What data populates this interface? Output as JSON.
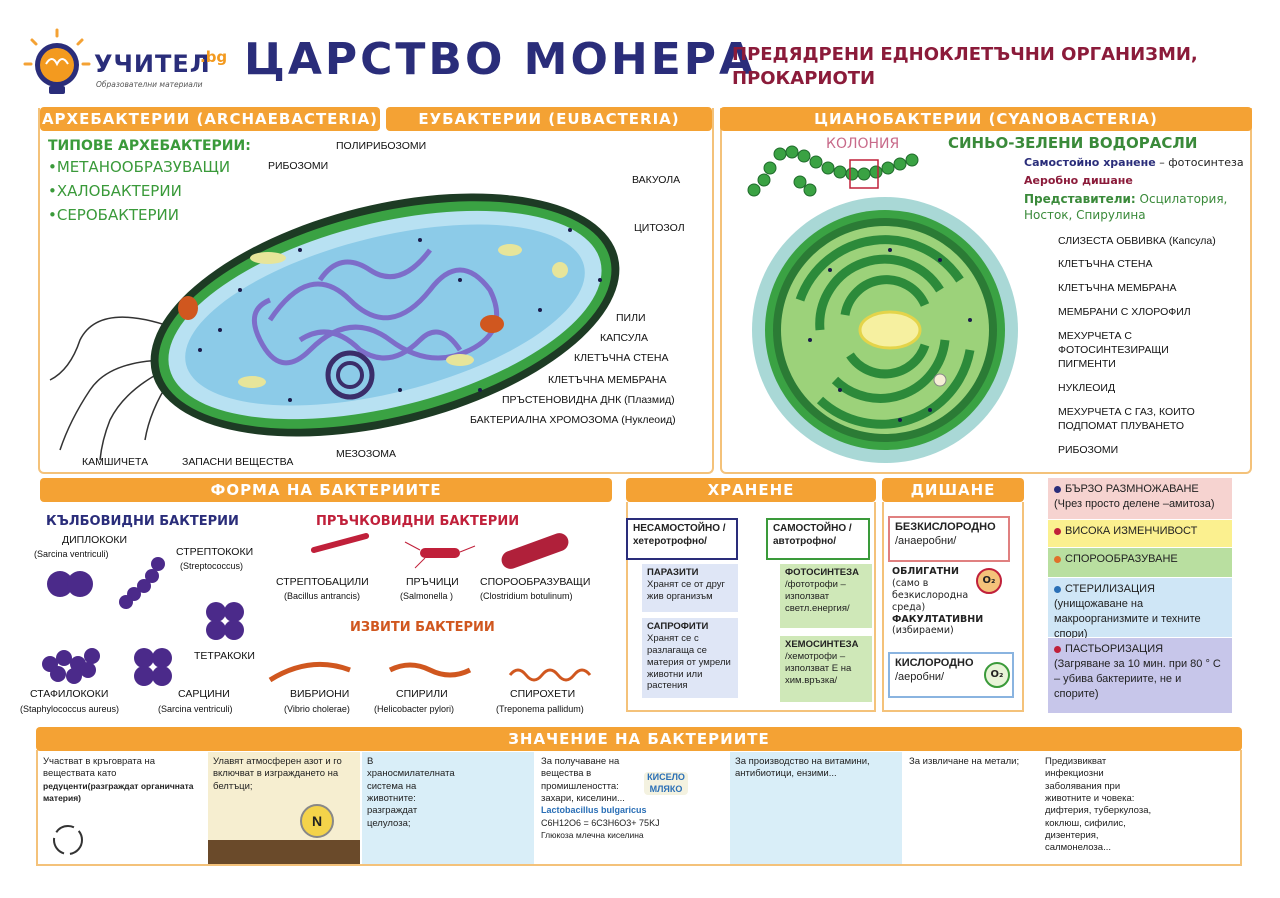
{
  "logo": {
    "name": "УЧИТЕЛ",
    "tld": ".bg",
    "tagline": "Образователни материали"
  },
  "title": "ЦАРСТВО МОНЕРА",
  "subtitle_line1": "ПРЕДЯДРЕНИ ЕДНОКЛЕТЪЧНИ ОРГАНИЗМИ,",
  "subtitle_line2": "ПРОКАРИОТИ",
  "archae": {
    "header": "АРХЕБАКТЕРИИ (ARCHAEBACTERIA)",
    "types_title": "ТИПОВЕ АРХЕБАКТЕРИИ:",
    "types": [
      "•МЕТАНООБРАЗУВАЩИ",
      "•ХАЛОБАКТЕРИИ",
      "•СЕРОБАКТЕРИИ"
    ]
  },
  "eubact": {
    "header": "ЕУБАКТЕРИИ (EUBACTERIA)",
    "labels": {
      "polyribosomes": "ПОЛИРИБОЗОМИ",
      "ribosomes": "РИБОЗОМИ",
      "vacuole": "ВАКУОЛА",
      "cytosol": "ЦИТОЗОЛ",
      "pili": "ПИЛИ",
      "capsule": "КАПСУЛА",
      "cell_wall": "КЛЕТЪЧНА СТЕНА",
      "cell_membrane": "КЛЕТЪЧНА МЕМБРАНА",
      "plasmid": "ПРЪСТЕНОВИДНА ДНК (Плазмид)",
      "chromosome": "БАКТЕРИАЛНА ХРОМОЗОМА (Нуклеоид)",
      "mesosome": "МЕЗОЗОМА",
      "flagella": "КАМШИЧЕТА",
      "reserves": "ЗАПАСНИ ВЕЩЕСТВА"
    }
  },
  "cyano": {
    "header": "ЦИАНОБАКТЕРИИ (CYANOBACTERIA)",
    "colony": "КОЛОНИЯ",
    "title": "СИНЬО-ЗЕЛЕНИ ВОДОРАСЛИ",
    "nutrition_k": "Самостойно хранене",
    "nutrition_v": " – фотосинтеза",
    "respiration": "Аеробно дишане",
    "reps_k": "Представители:",
    "reps_v": " Осцилатория, Ностoк, Спирулина",
    "labels": [
      "СЛИЗЕСТА ОБВИВКА (Капсула)",
      "КЛЕТЪЧНА СТЕНА",
      "КЛЕТЪЧНА МЕМБРАНА",
      "МЕМБРАНИ С ХЛОРОФИЛ",
      "МЕХУРЧЕТА С",
      "ФОТОСИНТЕЗИРАЩИ",
      "ПИГМЕНТИ",
      "НУКЛЕОИД",
      "МЕХУРЧЕТА С ГАЗ, КОИТО",
      "ПОДПОМАТ ПЛУВАНЕТО",
      "РИБОЗОМИ"
    ]
  },
  "shapes": {
    "header": "ФОРМА НА БАКТЕРИИТЕ",
    "cocci": "КЪЛБОВИДНИ БАКТЕРИИ",
    "rods": "ПРЪЧКОВИДНИ БАКТЕРИИ",
    "curved": "ИЗВИТИ БАКТЕРИИ",
    "diplo": "ДИПЛОКОКИ",
    "diplo_l": "(Sarcina ventriculi)",
    "strepto": "СТРЕПТОКОКИ",
    "strepto_l": "(Streptococcus)",
    "tetra": "ТЕТРАКОКИ",
    "staph": "СТАФИЛОКОКИ",
    "staph_l": "(Staphylococcus aureus)",
    "sarc": "САРЦИНИ",
    "sarc_l": "(Sarcina ventriculi)",
    "streptobac": "СТРЕПТОБАЦИЛИ",
    "streptobac_l": "(Bacillus antrancis)",
    "rod": "ПРЪЧИЦИ",
    "rod_l": "(Salmonella )",
    "spore": "СПОРООБРАЗУВАЩИ",
    "spore_l": "(Clostridium botulinum)",
    "vibrio": "ВИБРИОНИ",
    "vibrio_l": "(Vibrio cholerae)",
    "spiril": "СПИРИЛИ",
    "spiril_l": "(Helicobacter pylori)",
    "spiro": "СПИРОХЕТИ",
    "spiro_l": "(Treponema pallidum)"
  },
  "nutrition": {
    "header": "ХРАНЕНЕ",
    "hetero": "НЕСАМОСТОЙНО /хетеротрофно/",
    "auto": "САМОСТОЙНО /автотрофно/",
    "parasites_t": "ПАРАЗИТИ",
    "parasites": "Хранят се от друг жив организъм",
    "sapro_t": "САПРОФИТИ",
    "sapro": "Хранят се с разлагаща се материя от умрели животни или растения",
    "photo_t": "ФОТОСИНТЕЗА",
    "photo": "/фототрофи – използват светл.енергия/",
    "chemo_t": "ХЕМОСИНТЕЗА",
    "chemo": "/хемотрофи – използват E на хим.връзка/"
  },
  "respiration": {
    "header": "ДИШАНЕ",
    "anaer_t": "БЕЗКИСЛОРОДНО",
    "anaer": "/анаеробни/",
    "oblig_t": "ОБЛИГАТНИ",
    "oblig": "(само в безкислородна среда)",
    "facult_t": "ФАКУЛТАТИВНИ",
    "facult": "(избираеми)",
    "aer_t": "КИСЛОРОДНО",
    "aer": "/аеробни/",
    "o2": "O₂"
  },
  "properties": [
    {
      "t": "БЪРЗО РАЗМНОЖАВАНЕ",
      "d": "(Чрез просто делене –амитоза)",
      "bg": "#f6d3d0",
      "dot": "#2a2d7a"
    },
    {
      "t": "ВИСОКА ИЗМЕНЧИВОСТ",
      "d": "",
      "bg": "#fbf08f",
      "dot": "#c0203a"
    },
    {
      "t": "СПОРООБРАЗУВАНЕ",
      "d": "",
      "bg": "#b9dfa0",
      "dot": "#e0702a"
    },
    {
      "t": "СТЕРИЛИЗАЦИЯ",
      "d": "(унищожаване на макроорганизмите и техните спори)",
      "bg": "#cfe6f6",
      "dot": "#2a6fb6"
    },
    {
      "t": "ПАСТЬОРИЗАЦИЯ",
      "d": "(Загряване за 10 мин. при 80 ° С – убива бактериите, не и спорите)",
      "bg": "#c7c6ea",
      "dot": "#c0203a"
    }
  ],
  "importance": {
    "header": "ЗНАЧЕНИЕ НА БАКТЕРИИТЕ",
    "p1": "Участват в кръговрата на веществата като",
    "p1b": "редуценти(разграждат органичната материя)",
    "p2": "Улавят атмосферен азот и го включват в изграждането на белтъци;",
    "p2n": "N",
    "p3": "В храносмилателната система на животните: разграждат целулоза;",
    "p4": "За получаване на вещества в промишлеността: захари, киселини...",
    "p4b": "Lactobacillus bulgaricus",
    "p4c": "C6H12O6 = 6C3H6O3+ 75KJ",
    "p4d": "Глюкоза        млечна киселина",
    "p4e": "КИСЕЛО МЛЯКО",
    "p5": "За производство на витамини, антибиотици, ензими...",
    "p6": "За извличане на метали;",
    "p7": "Предизвикват инфекциозни заболявания при животните и човека: дифтерия, туберкулоза, коклюш, сифилис, дизентерия, салмонелоза..."
  }
}
